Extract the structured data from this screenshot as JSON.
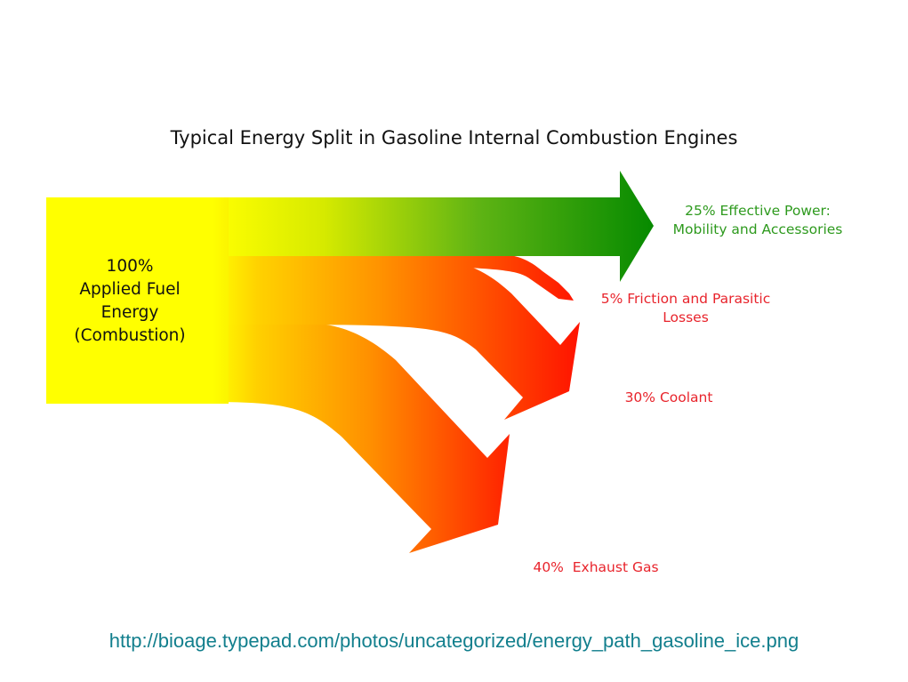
{
  "title": "Typical Energy Split in Gasoline Internal Combustion Engines",
  "source_label": [
    "100%",
    "Applied Fuel",
    "Energy",
    "(Combustion)"
  ],
  "flows": [
    {
      "percent": 25,
      "lines": [
        "25% Effective Power:",
        "Mobility and Accessories"
      ],
      "color": "#2e9a1e"
    },
    {
      "percent": 5,
      "lines": [
        "5% Friction and Parasitic",
        "Losses"
      ],
      "color": "#e8242c"
    },
    {
      "percent": 30,
      "lines": [
        "30% Coolant"
      ],
      "color": "#e8242c"
    },
    {
      "percent": 40,
      "lines": [
        "40%  Exhaust Gas"
      ],
      "color": "#e8242c"
    }
  ],
  "colors": {
    "source": "#ffff00",
    "effective_power_arrow": "#078800",
    "loss_arrow_start": "#ff9a00",
    "loss_arrow_end": "#ff1a00"
  },
  "source_url": "http://bioage.typepad.com/photos/uncategorized/energy_path_gasoline_ice.png"
}
